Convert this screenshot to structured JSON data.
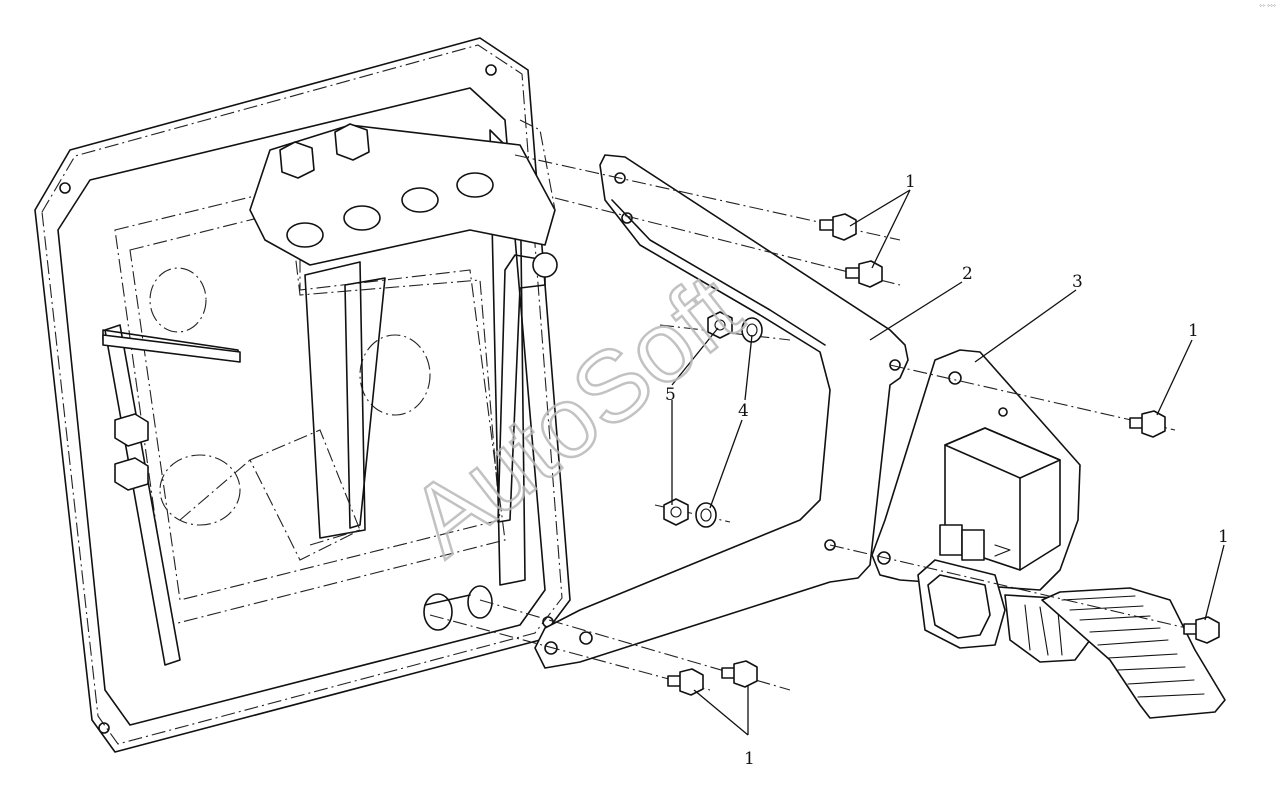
{
  "diagram": {
    "watermark": "AutoSoft",
    "corner_mark": "°° °°°",
    "callouts": [
      {
        "id": "callout-1-top",
        "label": "1"
      },
      {
        "id": "callout-2",
        "label": "2"
      },
      {
        "id": "callout-3",
        "label": "3"
      },
      {
        "id": "callout-1-right-upper",
        "label": "1"
      },
      {
        "id": "callout-5",
        "label": "5"
      },
      {
        "id": "callout-4",
        "label": "4"
      },
      {
        "id": "callout-1-right-lower",
        "label": "1"
      },
      {
        "id": "callout-1-bottom",
        "label": "1"
      }
    ]
  }
}
